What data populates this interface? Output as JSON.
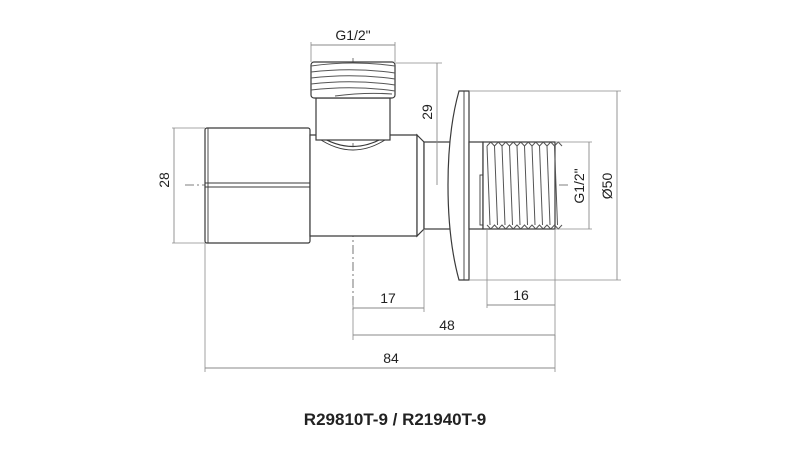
{
  "drawing": {
    "title": "R29810T-9 / R21940T-9",
    "dimensions": {
      "top_thread": "G1/2\"",
      "height_to_center": "29",
      "body_diameter": "28",
      "side_thread": "G1/2\"",
      "flange_diameter": "Ø50",
      "outlet_to_center": "17",
      "thread_length": "16",
      "center_to_end": "48",
      "overall_length": "84"
    }
  },
  "colors": {
    "line": "#3a3a3a",
    "dimension": "#8a8a8a",
    "text": "#222222"
  }
}
